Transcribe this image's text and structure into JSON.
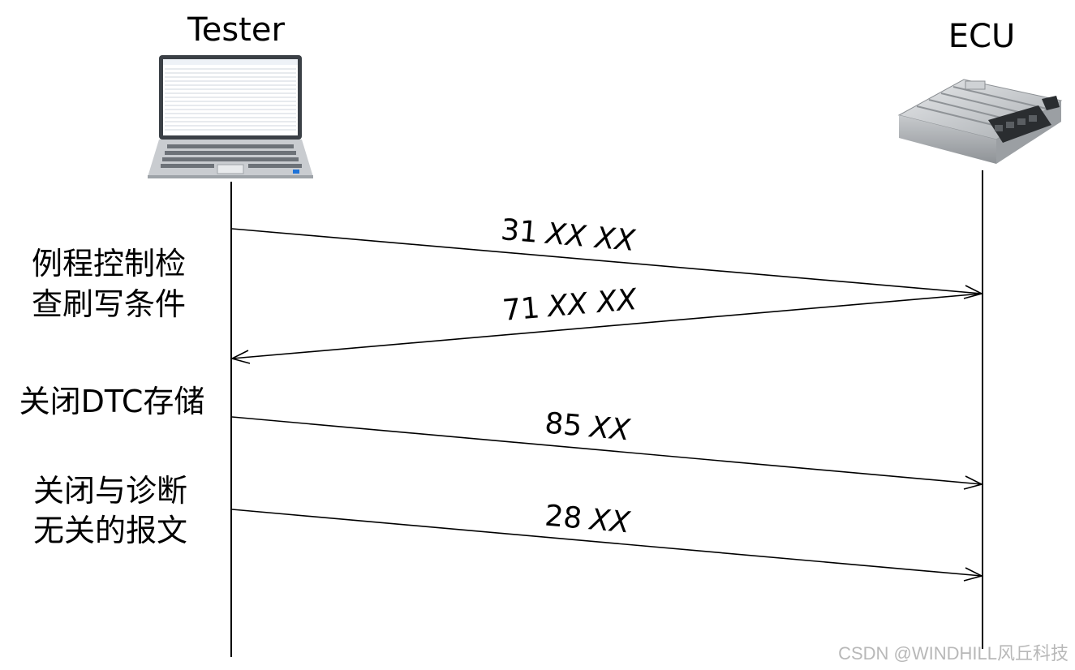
{
  "actors": {
    "tester": {
      "label": "Tester",
      "icon": "laptop-icon"
    },
    "ecu": {
      "label": "ECU",
      "icon": "ecu-module-icon"
    }
  },
  "messages": [
    {
      "id": "msg1",
      "num": "31",
      "rest": "XX XX",
      "from": "tester",
      "to": "ecu"
    },
    {
      "id": "msg2",
      "num": "71",
      "rest": "XX XX",
      "from": "ecu",
      "to": "tester"
    },
    {
      "id": "msg3",
      "num": "85",
      "rest": "XX",
      "from": "tester",
      "to": "ecu"
    },
    {
      "id": "msg4",
      "num": "28",
      "rest": "XX",
      "from": "tester",
      "to": "ecu"
    }
  ],
  "side_labels": [
    {
      "line1": "例程控制检",
      "line2": "查刷写条件"
    },
    {
      "line1": "关闭DTC存储",
      "line2": ""
    },
    {
      "line1": "关闭与诊断",
      "line2": "无关的报文"
    }
  ],
  "watermark": "CSDN @WINDHILL风丘科技"
}
